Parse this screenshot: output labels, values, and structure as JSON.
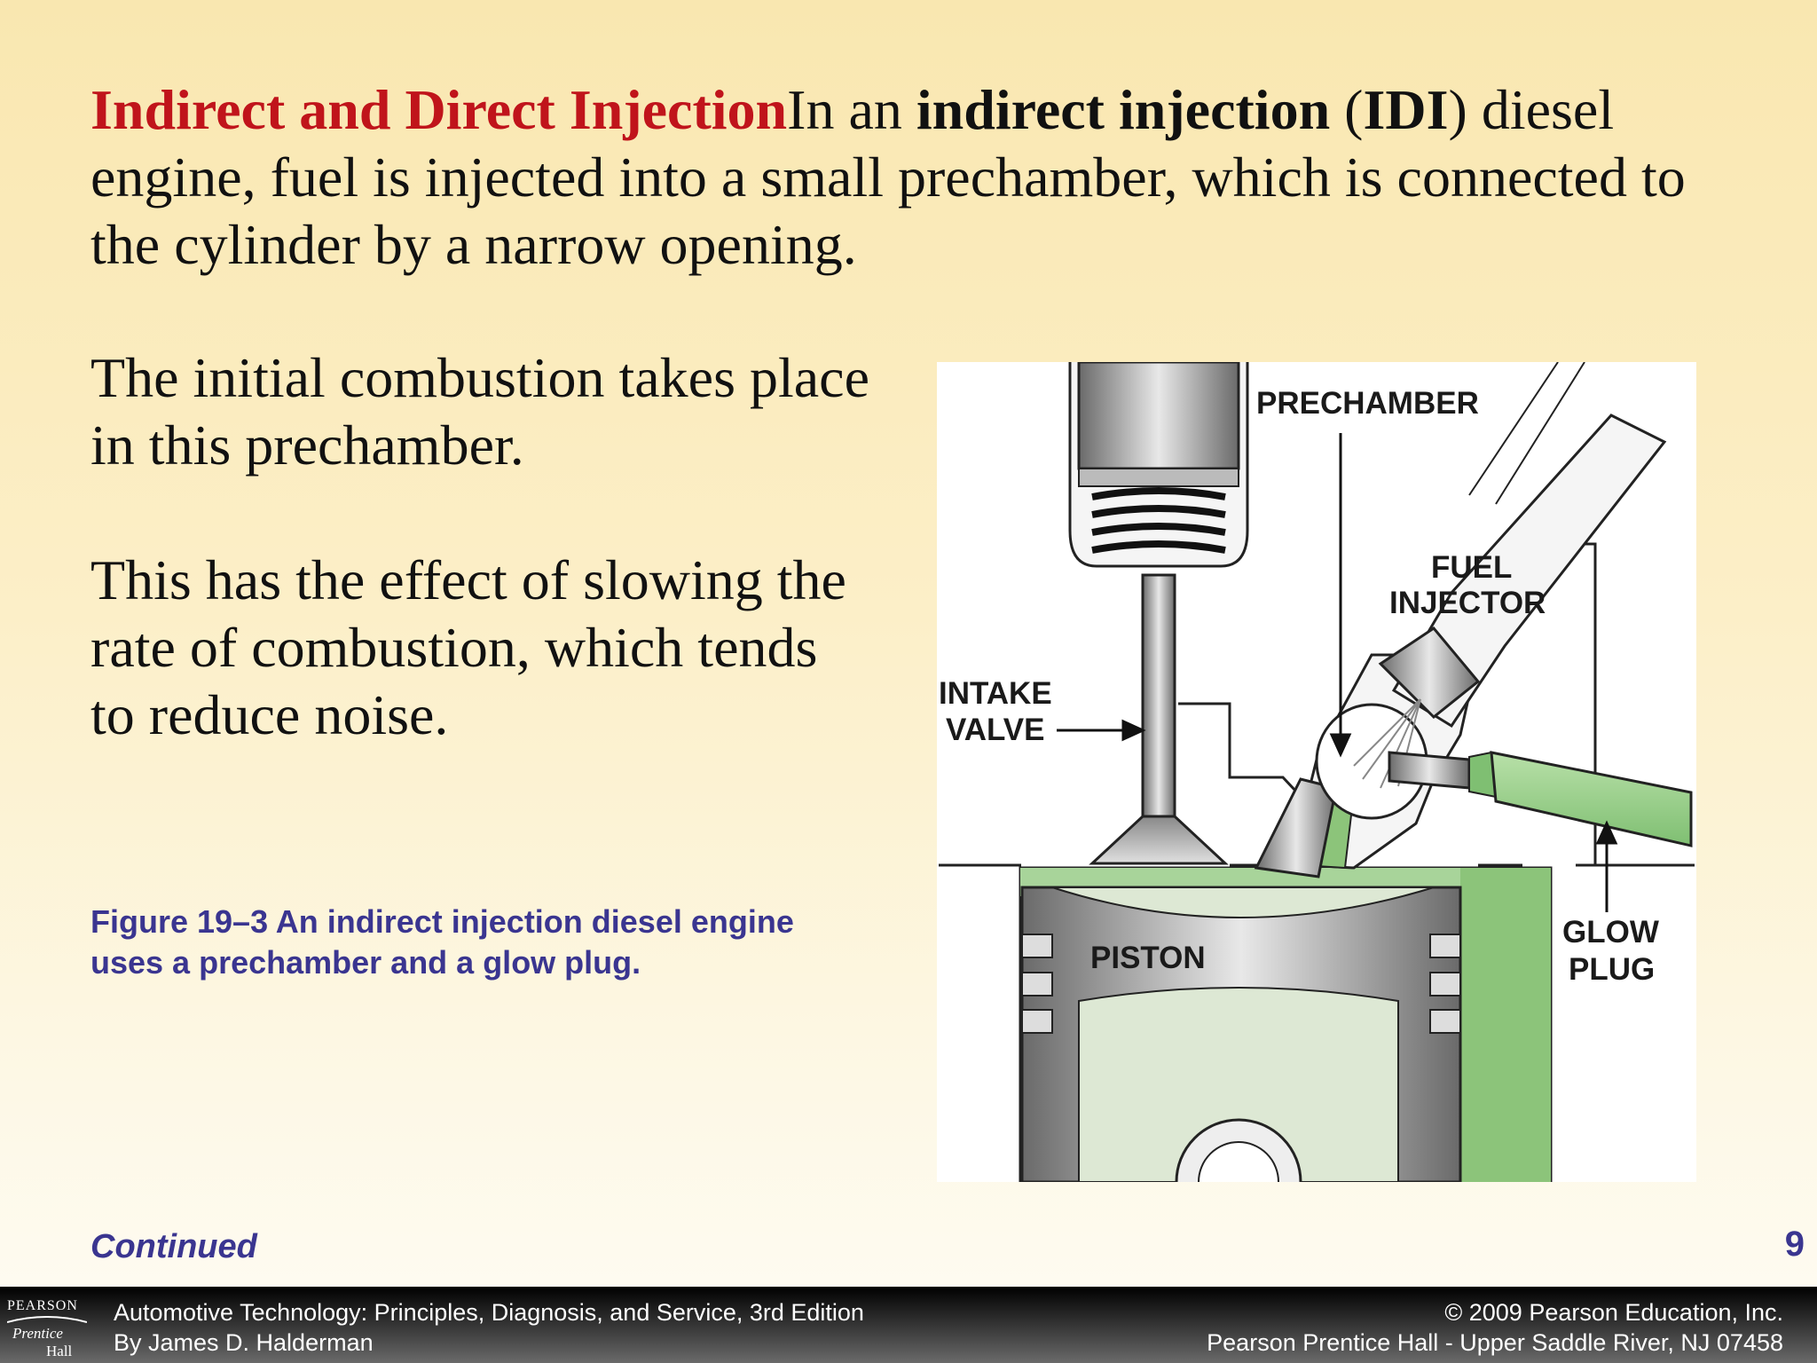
{
  "heading": {
    "title": "Indirect and Direct Injection",
    "text_a": "In an ",
    "term": "indirect injection",
    "paren_open": " (",
    "abbr": "IDI",
    "paren_close": ")",
    "text_b": " diesel engine, fuel is injected into a small prechamber, which is connected to the cylinder by a narrow opening."
  },
  "paragraphs": {
    "p1": "The initial combustion takes place in this prechamber.",
    "p2": "This has the effect of slowing the rate of combustion, which tends to reduce noise."
  },
  "caption": "Figure 19–3   An indirect injection diesel engine uses a prechamber and a glow plug.",
  "figure": {
    "labels": {
      "prechamber": "PRECHAMBER",
      "fuel": "FUEL",
      "injector": "INJECTOR",
      "intake": "INTAKE",
      "valve": "VALVE",
      "piston": "PISTON",
      "glow": "GLOW",
      "plug": "PLUG"
    }
  },
  "continued": "Continued",
  "page_number": "9",
  "footer": {
    "logo_top": "PEARSON",
    "logo_mid": "Prentice",
    "logo_bot": "Hall",
    "book_title": "Automotive Technology: Principles, Diagnosis, and Service, 3rd Edition",
    "author": "By James D. Halderman",
    "copyright": "© 2009 Pearson Education, Inc.",
    "publisher": "Pearson Prentice Hall - Upper Saddle River, NJ 07458"
  },
  "colors": {
    "title_red": "#c0141b",
    "caption_blue": "#3a3590",
    "engine_green": "#8cc47a"
  }
}
